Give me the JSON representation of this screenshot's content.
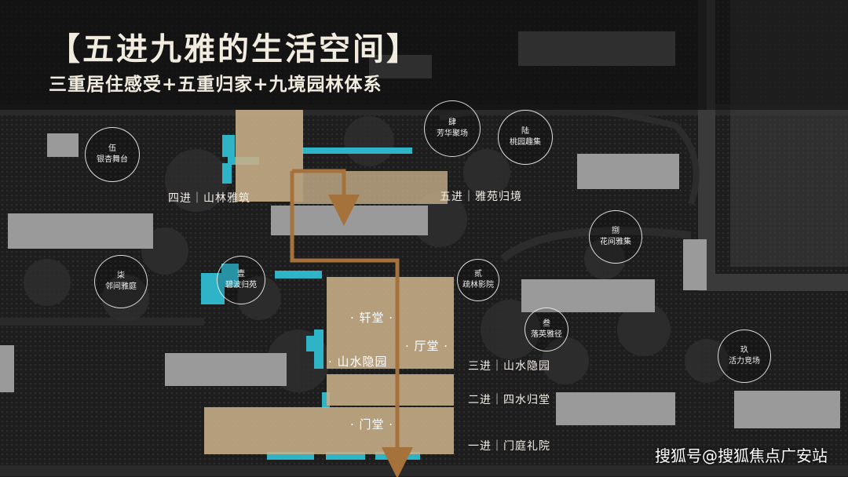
{
  "header": {
    "title": "【五进九雅的生活空间】",
    "subtitle": "三重居住感受+五重归家+九境园林体系"
  },
  "spots": [
    {
      "num": "伍",
      "name": "银杏舞台"
    },
    {
      "num": "肆",
      "name": "芳华聚场"
    },
    {
      "num": "陆",
      "name": "桃园趣集"
    },
    {
      "num": "捌",
      "name": "花间雅集"
    },
    {
      "num": "柒",
      "name": "邻间雅庭"
    },
    {
      "num": "壹",
      "name": "碧波归苑"
    },
    {
      "num": "贰",
      "name": "疏林影院"
    },
    {
      "num": "叁",
      "name": "落英雅径"
    },
    {
      "num": "玖",
      "name": "活力竞场"
    }
  ],
  "zones": {
    "zone4": "四进｜山林雅筑",
    "zone5": "五进｜雅苑归境",
    "zone3": "三进｜山水隐园",
    "zone2": "二进｜四水归堂",
    "zone1": "一进｜门庭礼院"
  },
  "inner": {
    "xuantang": "· 轩堂 ·",
    "tingtang": "· 厅堂 ·",
    "shanshui": "· 山水隐园",
    "mentang": "· 门堂 ·"
  },
  "watermark": "搜狐号@搜狐焦点广安站",
  "colors": {
    "background": "#1b1b1b",
    "building": "#9a9a9a",
    "water": "#2fb3c7",
    "zone_fill": "#c9b08a",
    "route": "#a4723a"
  }
}
